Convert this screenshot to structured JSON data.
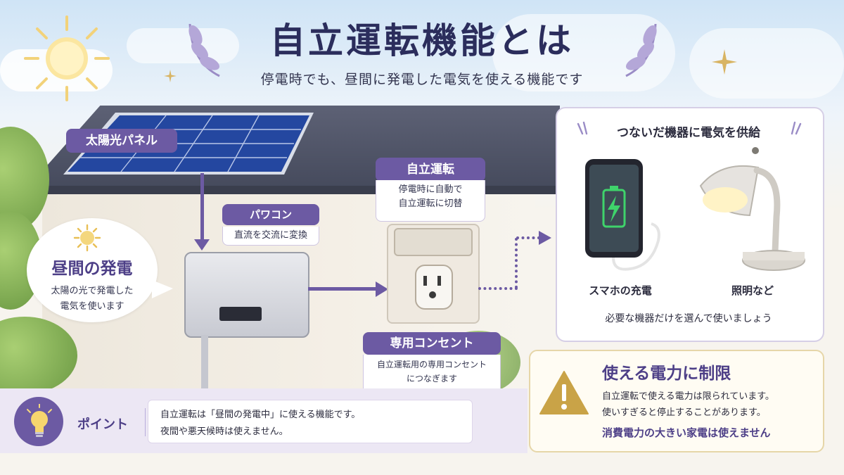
{
  "header": {
    "title": "自立運転機能とは",
    "subtitle": "停電時でも、昼間に発電した電気を使える機能です"
  },
  "solar_panel": {
    "label": "太陽光パネル"
  },
  "daytime": {
    "title": "昼間の発電",
    "line1": "太陽の光で発電した",
    "line2": "電気を使います"
  },
  "power_conditioner": {
    "label": "パワコン",
    "desc": "直流を交流に変換"
  },
  "independent_op": {
    "label": "自立運転",
    "line1": "停電時に自動で",
    "line2": "自立運転に切替"
  },
  "dedicated_outlet": {
    "label": "専用コンセント",
    "line1": "自立運転用の専用コンセント",
    "line2": "につなぎます"
  },
  "supply": {
    "title": "つないだ機器に電気を供給",
    "devices": [
      {
        "label": "スマホの充電",
        "icon": "smartphone-charging-icon"
      },
      {
        "label": "照明など",
        "icon": "desk-lamp-icon"
      }
    ],
    "note": "必要な機器だけを選んで使いましょう"
  },
  "warning": {
    "title": "使える電力に制限",
    "line1": "自立運転で使える電力は限られています。",
    "line2": "使いすぎると停止することがあります。",
    "emphasis": "消費電力の大きい家電は使えません",
    "icon": "warning-triangle-icon"
  },
  "point": {
    "label": "ポイント",
    "line1": "自立運転は「昼間の発電中」に使える機能です。",
    "line2": "夜間や悪天候時は使えません。",
    "icon": "lightbulb-icon"
  },
  "colors": {
    "accent": "#6c5aa3",
    "title": "#2b2d5c",
    "warning": "#c9a347",
    "battery_green": "#3fd36b"
  }
}
